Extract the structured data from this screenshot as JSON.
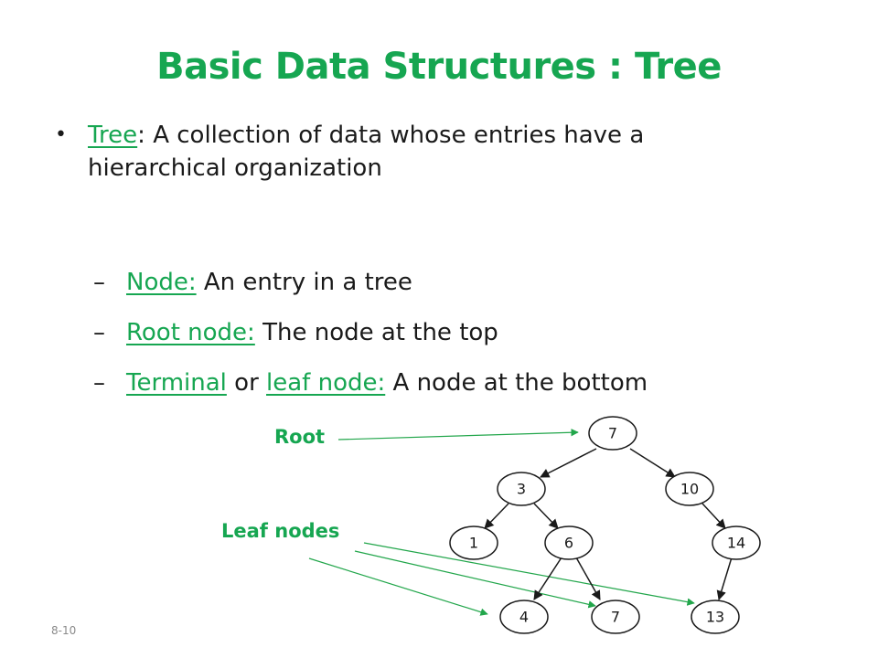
{
  "slide": {
    "title": "Basic Data Structures : Tree",
    "slide_number": "8-10"
  },
  "bullet": {
    "term": "Tree",
    "text_line1": ": A collection of data whose entries have a",
    "text_line2": "hierarchical organization"
  },
  "sub_items": [
    {
      "term": "Node:",
      "text": " An entry in a tree"
    },
    {
      "term": "Root node:",
      "text": " The node at the top"
    },
    {
      "term1": "Terminal",
      "middle": " or ",
      "term2": "leaf node:",
      "text": " A node at the bottom"
    }
  ],
  "diagram": {
    "root_label": "Root",
    "leaf_label": "Leaf nodes",
    "nodes": {
      "n7": "7",
      "n3": "3",
      "n10": "10",
      "n1": "1",
      "n6": "6",
      "n14": "14",
      "n4": "4",
      "n7b": "7",
      "n13": "13"
    },
    "arrow_color": "#22a64b"
  }
}
